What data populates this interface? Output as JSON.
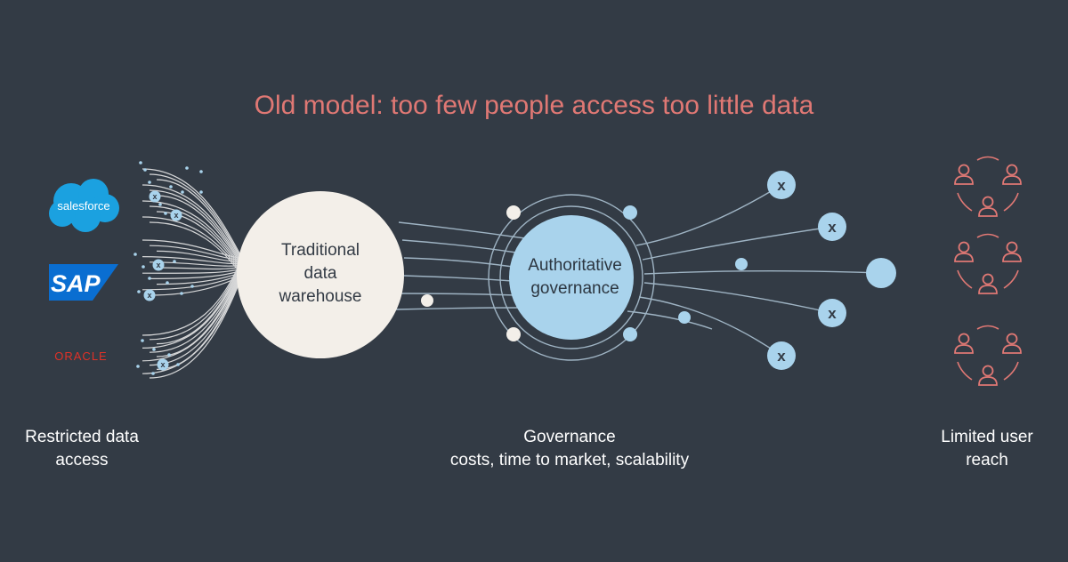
{
  "title": "Old model: too few people access too little data",
  "sources": {
    "salesforce": "salesforce",
    "sap": "SAP",
    "oracle": "ORACLE"
  },
  "warehouse": {
    "line1": "Traditional",
    "line2": "data",
    "line3": "warehouse"
  },
  "governance": {
    "line1": "Authoritative",
    "line2": "governance"
  },
  "blocked_marker": "x",
  "captions": {
    "left": {
      "line1": "Restricted data",
      "line2": "access"
    },
    "center": {
      "line1": "Governance",
      "line2": "costs, time to market, scalability"
    },
    "right": {
      "line1": "Limited user",
      "line2": "reach"
    }
  },
  "colors": {
    "background": "#333b45",
    "title": "#e07874",
    "warehouse": "#f3efe9",
    "governance": "#a9d3ec",
    "people": "#e07874",
    "salesforce": "#1ba1e0",
    "sap": "#0a6ed1",
    "oracle": "#e03127"
  },
  "icons": [
    "salesforce-logo",
    "sap-logo",
    "oracle-logo",
    "blocked-x-icon",
    "user-group-icon"
  ]
}
